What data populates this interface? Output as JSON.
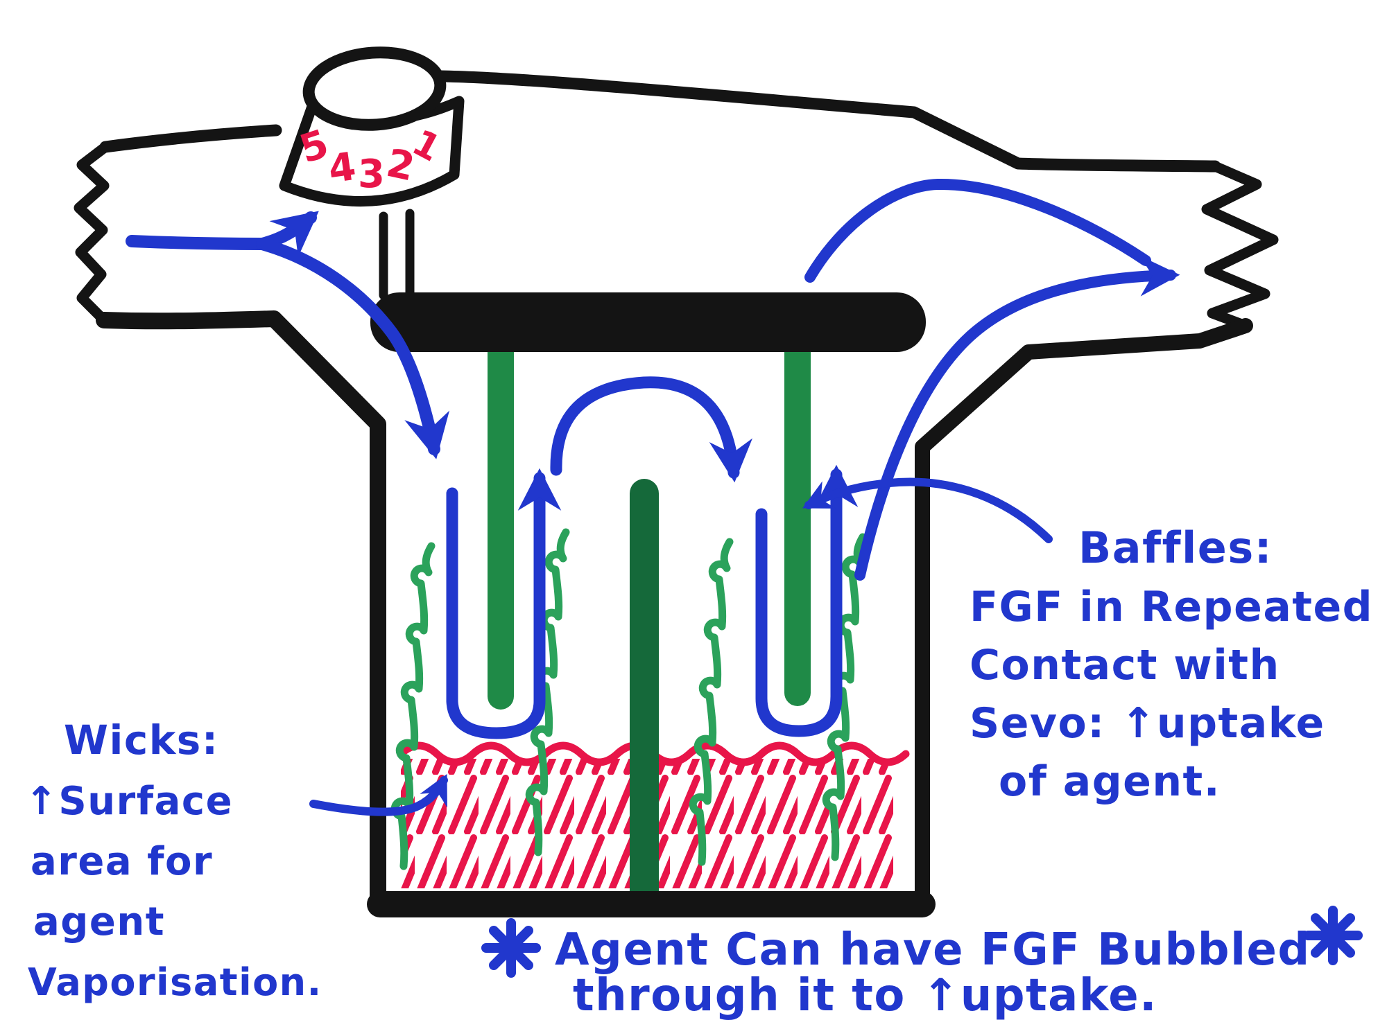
{
  "colors": {
    "ink": "#141414",
    "blue": "#2137cd",
    "red": "#e81549",
    "green_wick": "#2ba25b",
    "green_baffle": "#1f8a47",
    "green_baffle_dark": "#15693a",
    "paper": "#ffffff"
  },
  "dial": {
    "numbers": [
      "5",
      "4",
      "3",
      "2",
      "1"
    ]
  },
  "labels": {
    "wicks": {
      "lines": [
        "Wicks:",
        "↑Surface",
        "area for",
        "agent",
        "Vaporisation."
      ]
    },
    "baffles": {
      "lines": [
        "Baffles:",
        "FGF in Repeated",
        "Contact with",
        "Sevo: ↑uptake",
        "of agent."
      ]
    },
    "note": {
      "marker": "✳",
      "lines": [
        "Agent Can have FGF Bubbled",
        "through it to ↑uptake."
      ]
    }
  }
}
